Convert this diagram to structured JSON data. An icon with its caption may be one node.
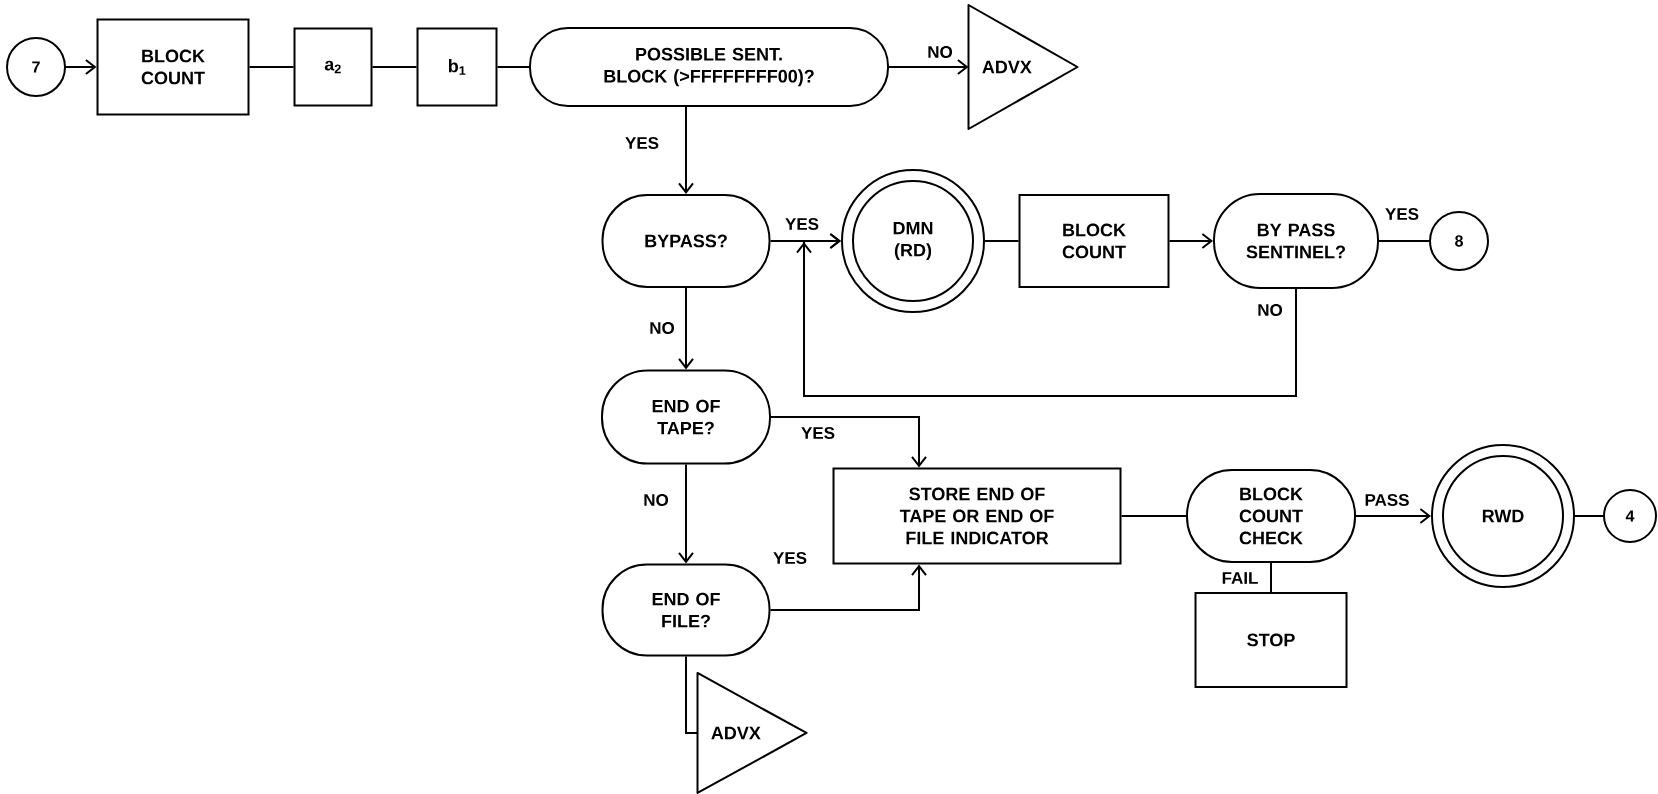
{
  "diagram": {
    "nodes": [
      {
        "text": [
          "7"
        ]
      },
      {
        "text": [
          "BLOCK COUNT"
        ]
      },
      {
        "text": [
          "a$_{2}$"
        ]
      },
      {
        "text": [
          "b$_{1}$"
        ]
      },
      {
        "text": [
          "POSSIBLE SENT. BLOCK (>FFFFFFFF00)?"
        ]
      },
      {
        "text": [
          "ADVX"
        ]
      },
      {
        "text": [
          "BYPASS?"
        ]
      },
      {
        "text": [
          "DMN (RD)"
        ]
      },
      {
        "text": [
          "BLOCK COUNT"
        ]
      },
      {
        "text": [
          "BY PASS SENTINEL?"
        ]
      },
      {
        "text": [
          "8"
        ]
      },
      {
        "text": [
          "END OF TAPE?"
        ]
      },
      {
        "text": [
          "END OF FILE?"
        ]
      },
      {
        "text": [
          "ADVX"
        ]
      },
      {
        "text": [
          "STORE END OF TAPE OR END OF FILE INDICATOR"
        ]
      },
      {
        "text": [
          "BLOCK COUNT CHECK"
        ]
      },
      {
        "text": [
          "STOP"
        ]
      },
      {
        "text": [
          "RWD"
        ]
      },
      {
        "text": [
          "4"
        ]
      }
    ],
    "edges": [
      {
        "from": 0,
        "to": 1,
        "arrow": "to"
      },
      {
        "from": 1,
        "to": 2,
        "arrow": "none"
      },
      {
        "from": 2,
        "to": 3,
        "arrow": "none"
      },
      {
        "from": 3,
        "to": 4,
        "arrow": "none"
      },
      {
        "from": 4,
        "to": 5,
        "arrow": "to",
        "label": "NO"
      },
      {
        "from": 4,
        "to": 6,
        "arrow": "to",
        "label": "YES"
      },
      {
        "from": 6,
        "to": 7,
        "arrow": "to",
        "label": "YES"
      },
      {
        "from": 7,
        "to": 8,
        "arrow": "none"
      },
      {
        "from": 8,
        "to": 9,
        "arrow": "to"
      },
      {
        "from": 9,
        "to": 10,
        "arrow": "none",
        "label": "YES"
      },
      {
        "from": 9,
        "to": 7,
        "arrow": "to",
        "label": "NO"
      },
      {
        "from": 6,
        "to": 11,
        "arrow": "to",
        "label": "NO"
      },
      {
        "from": 11,
        "to": 14,
        "arrow": "to",
        "label": "YES"
      },
      {
        "from": 11,
        "to": 12,
        "arrow": "to",
        "label": "NO"
      },
      {
        "from": 12,
        "to": 14,
        "arrow": "to",
        "label": "YES"
      },
      {
        "from": 12,
        "to": 13,
        "arrow": "none"
      },
      {
        "from": 14,
        "to": 15,
        "arrow": "none"
      },
      {
        "from": 15,
        "to": 17,
        "arrow": "to",
        "label": "PASS"
      },
      {
        "from": 17,
        "to": 18,
        "arrow": "none"
      },
      {
        "from": 15,
        "to": 16,
        "arrow": "none",
        "label": "FAIL"
      }
    ]
  }
}
